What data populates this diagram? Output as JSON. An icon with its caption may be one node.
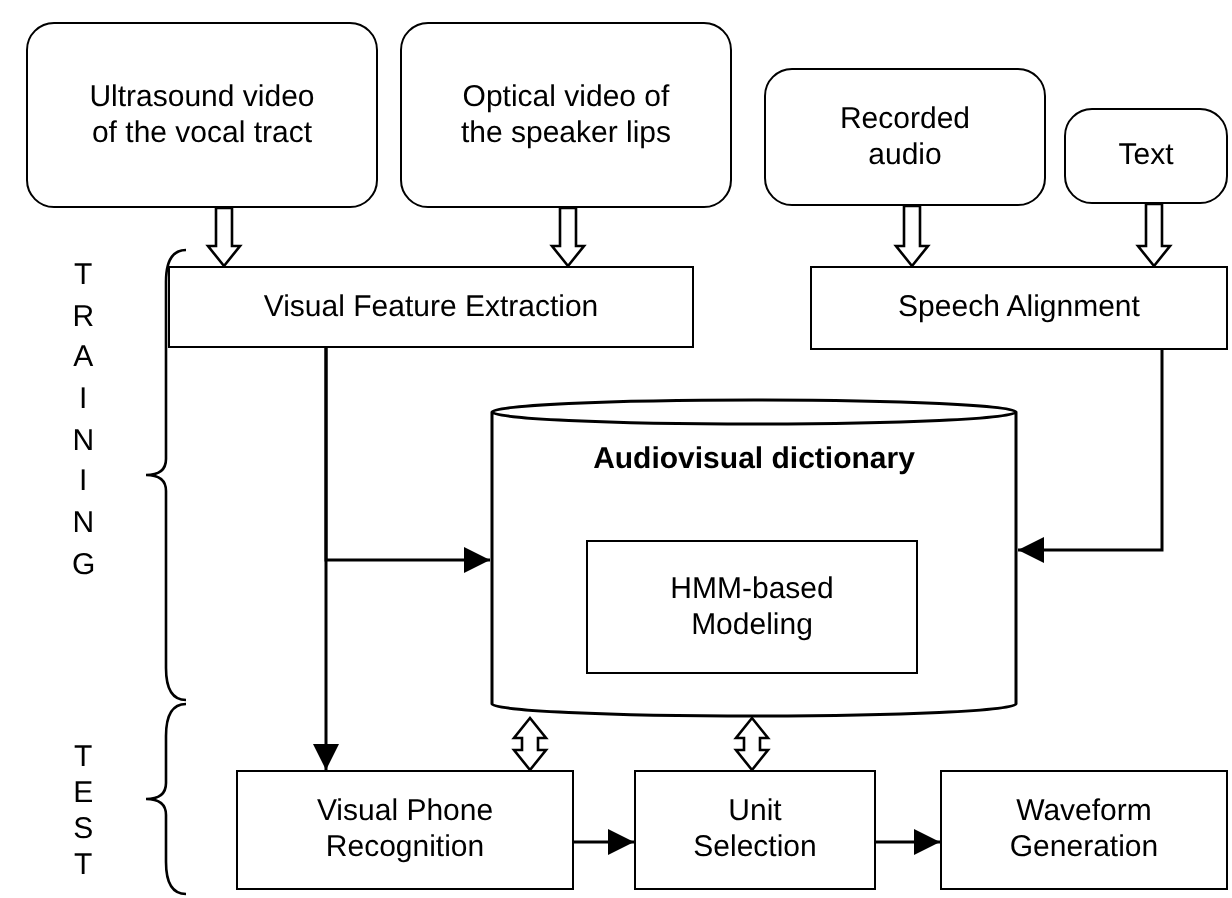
{
  "diagram": {
    "nodes": [
      {
        "text": [
          "Ultrasound video of the vocal tract"
        ]
      },
      {
        "text": [
          "Optical video of the speaker lips"
        ]
      },
      {
        "text": [
          "Recorded audio"
        ]
      },
      {
        "text": [
          "Text"
        ]
      },
      {
        "text": [
          "Visual Feature Extraction"
        ]
      },
      {
        "text": [
          "Speech Alignment"
        ]
      },
      {
        "text": [
          "Audiovisual dictionary"
        ]
      },
      {
        "text": [
          "HMM-based Modeling"
        ],
        "in": 6
      },
      {
        "text": [
          "Visual Phone Recognition"
        ]
      },
      {
        "text": [
          "Unit Selection"
        ]
      },
      {
        "text": [
          "Waveform Generation"
        ]
      }
    ],
    "edges": [
      {
        "from": 0,
        "to": 4,
        "arrow": "to",
        "style": "thick"
      },
      {
        "from": 1,
        "to": 4,
        "arrow": "to",
        "style": "thick"
      },
      {
        "from": 2,
        "to": 5,
        "arrow": "to",
        "style": "thick"
      },
      {
        "from": 3,
        "to": 5,
        "arrow": "to",
        "style": "thick"
      },
      {
        "from": 4,
        "to": 8,
        "arrow": "to"
      },
      {
        "from": 4,
        "to": 6,
        "arrow": "to"
      },
      {
        "from": 5,
        "to": 6,
        "arrow": "to"
      },
      {
        "from": 6,
        "to": 8,
        "arrow": "both",
        "style": "thick"
      },
      {
        "from": 6,
        "to": 9,
        "arrow": "both",
        "style": "thick"
      },
      {
        "from": 8,
        "to": 9,
        "arrow": "to"
      },
      {
        "from": 9,
        "to": 10,
        "arrow": "to"
      }
    ],
    "labels": [
      "TRAINING",
      "TEST"
    ]
  }
}
